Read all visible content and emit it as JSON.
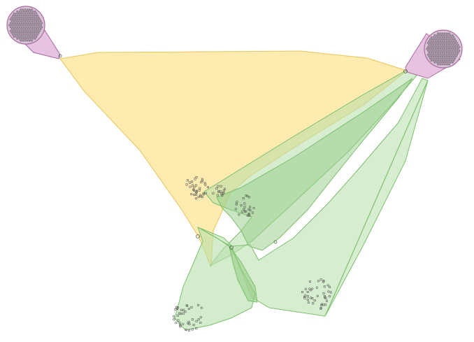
{
  "diagram": {
    "kind": "bundle-projection-diagram",
    "colors": {
      "source_fill": "#e5c3e0",
      "source_stroke": "#a86aa0",
      "fiber_ring": "#6b5a6b",
      "fiber_dot": "#9a8a9a",
      "yellow_fill": "#fde9a6",
      "yellow_stroke": "#e7c55a",
      "green_fill": "#b6dfaa",
      "green_stroke": "#7cbf6e",
      "green_dark_fill": "#93cc83",
      "cluster_stroke": "#5a5a5a"
    },
    "sources": [
      {
        "name": "source-bundle-left"
      },
      {
        "name": "source-bundle-right"
      }
    ],
    "projections": [
      {
        "name": "yellow-projection",
        "color": "yellow"
      },
      {
        "name": "green-projection-main",
        "color": "green"
      },
      {
        "name": "green-projection-lower",
        "color": "green"
      },
      {
        "name": "green-projection-inner",
        "color": "green"
      }
    ],
    "clusters": [
      {
        "name": "target-cluster-1"
      },
      {
        "name": "target-cluster-2"
      },
      {
        "name": "target-cluster-3"
      },
      {
        "name": "target-cluster-4"
      },
      {
        "name": "target-cluster-5"
      }
    ]
  }
}
